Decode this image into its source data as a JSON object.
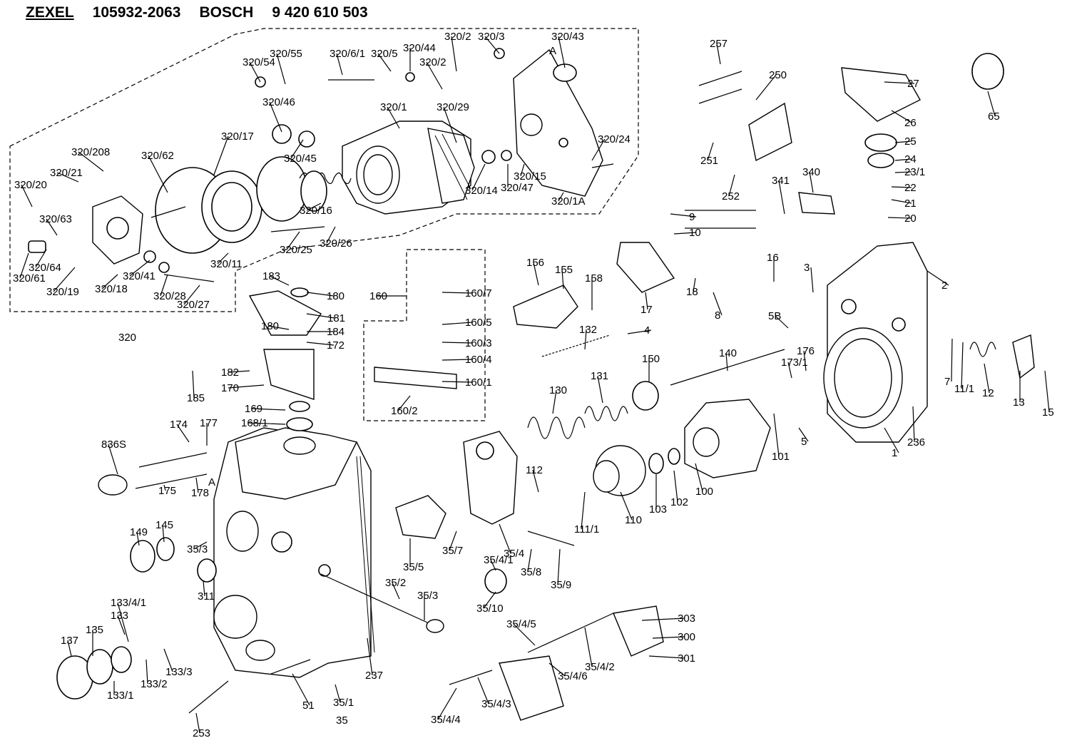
{
  "header": {
    "brand1": "ZEXEL",
    "part1": "105932-2063",
    "brand2": "BOSCH",
    "part2": "9 420 610 503"
  },
  "callouts": [
    "320/55",
    "320/54",
    "320/6/1",
    "320/5",
    "320/44",
    "320/2",
    "320/3",
    "320/43",
    "320/2",
    "A",
    "320/46",
    "320/1",
    "320/29",
    "320/45",
    "320/24",
    "320/17",
    "320/62",
    "320/208",
    "320/21",
    "320/20",
    "320/63",
    "320/16",
    "320/15",
    "320/47",
    "320/14",
    "320/1A",
    "320/64",
    "320/61",
    "320/11",
    "320/25",
    "320/26",
    "320/41",
    "320/18",
    "320/19",
    "320/28",
    "320/27",
    "320",
    "257",
    "250",
    "65",
    "27",
    "26",
    "25",
    "24",
    "23/1",
    "22",
    "21",
    "20",
    "251",
    "252",
    "341",
    "340",
    "9",
    "10",
    "156",
    "155",
    "158",
    "18",
    "8",
    "16",
    "3",
    "2",
    "17",
    "4",
    "5B",
    "132",
    "140",
    "176",
    "173/1",
    "7",
    "11/1",
    "12",
    "13",
    "15",
    "150",
    "131",
    "130",
    "183",
    "180",
    "181",
    "180",
    "184",
    "172",
    "182",
    "170",
    "185",
    "160",
    "160/7",
    "160/5",
    "160/3",
    "160/4",
    "160/1",
    "160/2",
    "169",
    "168/1",
    "174",
    "177",
    "836S",
    "175",
    "178",
    "A",
    "101",
    "5",
    "1",
    "236",
    "100",
    "102",
    "103",
    "110",
    "112",
    "111/1",
    "149",
    "145",
    "35/3",
    "311",
    "35/5",
    "35/7",
    "35/4",
    "35/4/1",
    "35/8",
    "35/9",
    "35/10",
    "35/2",
    "35/3",
    "133/4/1",
    "135",
    "133",
    "137",
    "133/3",
    "133/2",
    "133/1",
    "253",
    "51",
    "35/1",
    "35",
    "237",
    "35/4/5",
    "35/4/2",
    "35/4/6",
    "35/4/3",
    "35/4/4",
    "303",
    "300",
    "301"
  ],
  "icons": [
    "injection-pump-housing",
    "governor-cover-assembly",
    "spring",
    "bolt",
    "washer",
    "nut"
  ]
}
